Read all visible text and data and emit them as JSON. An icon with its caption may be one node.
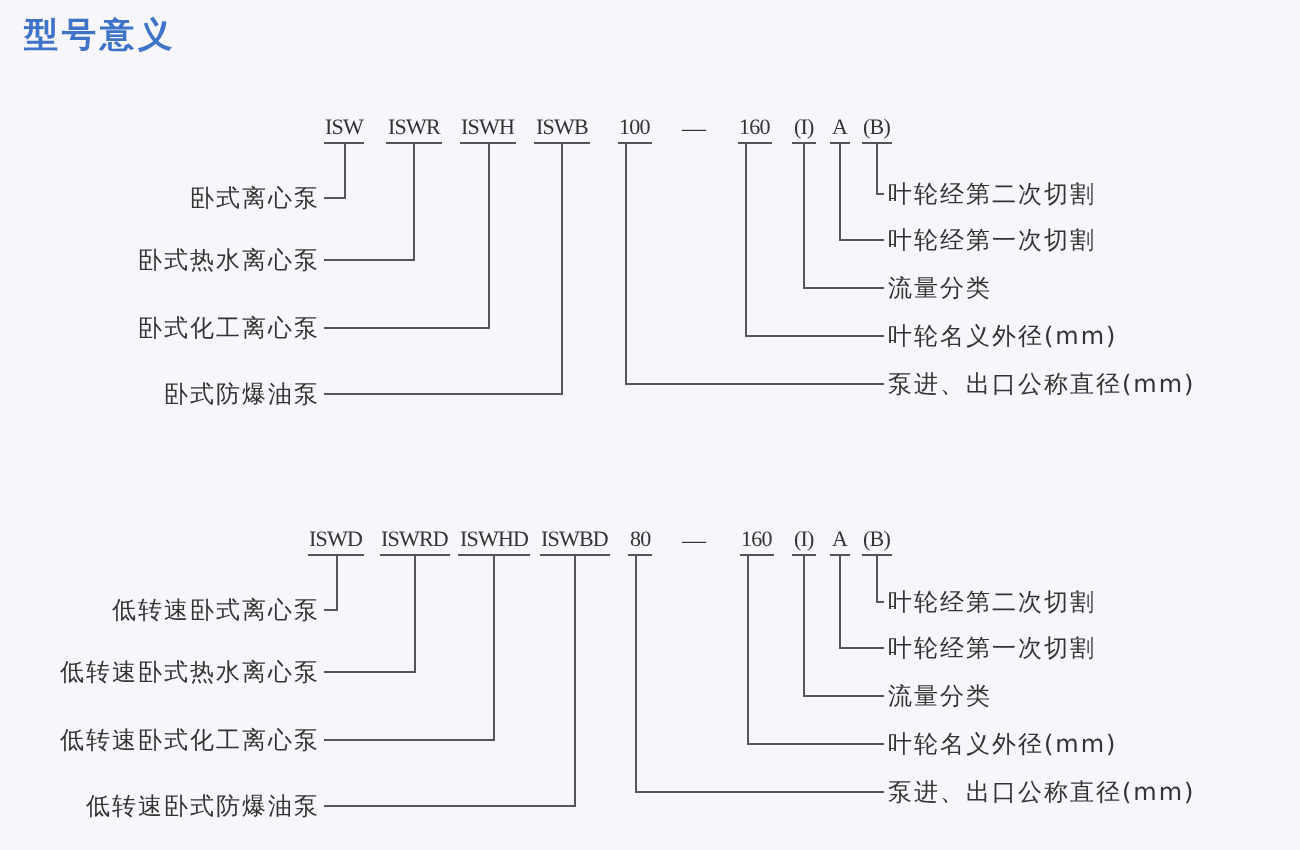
{
  "diagram": {
    "title": "型号意义",
    "nodes": [
      {
        "text": [
          "ISW"
        ]
      },
      {
        "text": [
          "ISWR"
        ]
      },
      {
        "text": [
          "ISWH"
        ]
      },
      {
        "text": [
          "ISWB"
        ]
      },
      {
        "text": [
          "100"
        ]
      },
      {
        "text": [
          "160"
        ]
      },
      {
        "text": [
          "(I)"
        ]
      },
      {
        "text": [
          "A"
        ]
      },
      {
        "text": [
          "(B)"
        ]
      },
      {
        "text": [
          "卧式离心泵"
        ]
      },
      {
        "text": [
          "卧式热水离心泵"
        ]
      },
      {
        "text": [
          "卧式化工离心泵"
        ]
      },
      {
        "text": [
          "卧式防爆油泵"
        ]
      },
      {
        "text": [
          "叶轮经第二次切割"
        ]
      },
      {
        "text": [
          "叶轮经第一次切割"
        ]
      },
      {
        "text": [
          "流量分类"
        ]
      },
      {
        "text": [
          "叶轮名义外径(mm)"
        ]
      },
      {
        "text": [
          "泵进、出口公称直径(mm)"
        ]
      },
      {
        "text": [
          "ISWD"
        ]
      },
      {
        "text": [
          "ISWRD"
        ]
      },
      {
        "text": [
          "ISWHD"
        ]
      },
      {
        "text": [
          "ISWBD"
        ]
      },
      {
        "text": [
          "80"
        ]
      },
      {
        "text": [
          "160"
        ]
      },
      {
        "text": [
          "(I)"
        ]
      },
      {
        "text": [
          "A"
        ]
      },
      {
        "text": [
          "(B)"
        ]
      },
      {
        "text": [
          "低转速卧式离心泵"
        ]
      },
      {
        "text": [
          "低转速卧式热水离心泵"
        ]
      },
      {
        "text": [
          "低转速卧式化工离心泵"
        ]
      },
      {
        "text": [
          "低转速卧式防爆油泵"
        ]
      },
      {
        "text": [
          "叶轮经第二次切割"
        ]
      },
      {
        "text": [
          "叶轮经第一次切割"
        ]
      },
      {
        "text": [
          "流量分类"
        ]
      },
      {
        "text": [
          "叶轮名义外径(mm)"
        ]
      },
      {
        "text": [
          "泵进、出口公称直径(mm)"
        ]
      }
    ],
    "edges": [
      {
        "from": 9,
        "to": 0,
        "arrow": "none"
      },
      {
        "from": 10,
        "to": 1,
        "arrow": "none"
      },
      {
        "from": 11,
        "to": 2,
        "arrow": "none"
      },
      {
        "from": 12,
        "to": 3,
        "arrow": "none"
      },
      {
        "from": 13,
        "to": 8,
        "arrow": "none"
      },
      {
        "from": 14,
        "to": 7,
        "arrow": "none"
      },
      {
        "from": 15,
        "to": 6,
        "arrow": "none"
      },
      {
        "from": 16,
        "to": 5,
        "arrow": "none"
      },
      {
        "from": 17,
        "to": 4,
        "arrow": "none"
      },
      {
        "from": 27,
        "to": 18,
        "arrow": "none"
      },
      {
        "from": 28,
        "to": 19,
        "arrow": "none"
      },
      {
        "from": 29,
        "to": 20,
        "arrow": "none"
      },
      {
        "from": 30,
        "to": 21,
        "arrow": "none"
      },
      {
        "from": 31,
        "to": 26,
        "arrow": "none"
      },
      {
        "from": 32,
        "to": 25,
        "arrow": "none"
      },
      {
        "from": 33,
        "to": 24,
        "arrow": "none"
      },
      {
        "from": 34,
        "to": 23,
        "arrow": "none"
      },
      {
        "from": 35,
        "to": 22,
        "arrow": "none"
      }
    ],
    "labels": [
      "—",
      "—"
    ]
  }
}
